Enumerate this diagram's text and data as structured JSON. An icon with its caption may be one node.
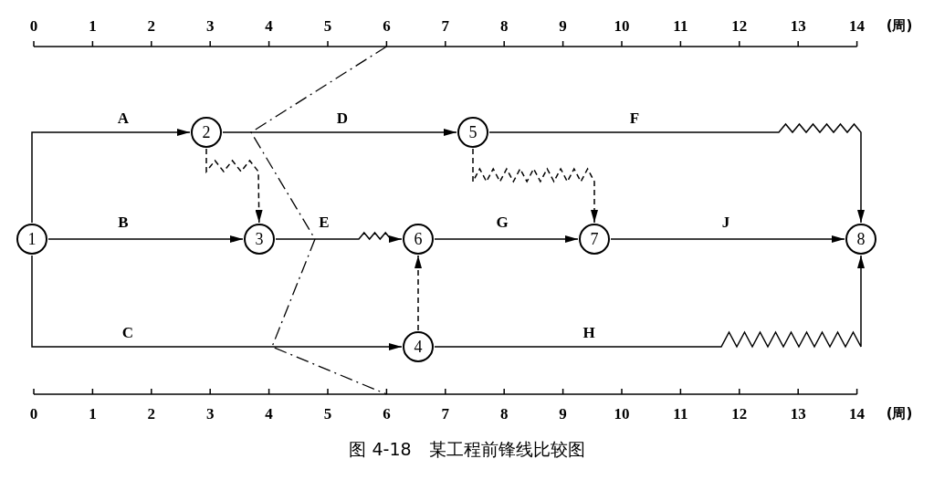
{
  "diagram": {
    "caption": "图 4-18　某工程前锋线比较图",
    "nodes": [
      {
        "text": [
          "1"
        ]
      },
      {
        "text": [
          "2"
        ]
      },
      {
        "text": [
          "3"
        ]
      },
      {
        "text": [
          "4"
        ]
      },
      {
        "text": [
          "5"
        ]
      },
      {
        "text": [
          "6"
        ]
      },
      {
        "text": [
          "7"
        ]
      },
      {
        "text": [
          "8"
        ]
      }
    ],
    "edges": [
      {
        "from": 0,
        "to": 1,
        "arrow": "to",
        "label": "A"
      },
      {
        "from": 0,
        "to": 2,
        "arrow": "to",
        "label": "B"
      },
      {
        "from": 0,
        "to": 3,
        "arrow": "to",
        "label": "C"
      },
      {
        "from": 1,
        "to": 2,
        "arrow": "to",
        "style": "dashed"
      },
      {
        "from": 1,
        "to": 4,
        "arrow": "to",
        "label": "D"
      },
      {
        "from": 2,
        "to": 5,
        "arrow": "to",
        "label": "E"
      },
      {
        "from": 3,
        "to": 5,
        "arrow": "to",
        "style": "dashed"
      },
      {
        "from": 4,
        "to": 6,
        "arrow": "to",
        "style": "dashed"
      },
      {
        "from": 4,
        "to": 7,
        "arrow": "to",
        "label": "F"
      },
      {
        "from": 5,
        "to": 6,
        "arrow": "to",
        "label": "G"
      },
      {
        "from": 6,
        "to": 7,
        "arrow": "to",
        "label": "J"
      },
      {
        "from": 3,
        "to": 7,
        "arrow": "to",
        "label": "H"
      }
    ],
    "labels": [
      "0",
      "1",
      "2",
      "3",
      "4",
      "5",
      "6",
      "7",
      "8",
      "9",
      "10",
      "11",
      "12",
      "13",
      "14",
      "(周)",
      "0",
      "1",
      "2",
      "3",
      "4",
      "5",
      "6",
      "7",
      "8",
      "9",
      "10",
      "11",
      "12",
      "13",
      "14",
      "(周)"
    ]
  }
}
